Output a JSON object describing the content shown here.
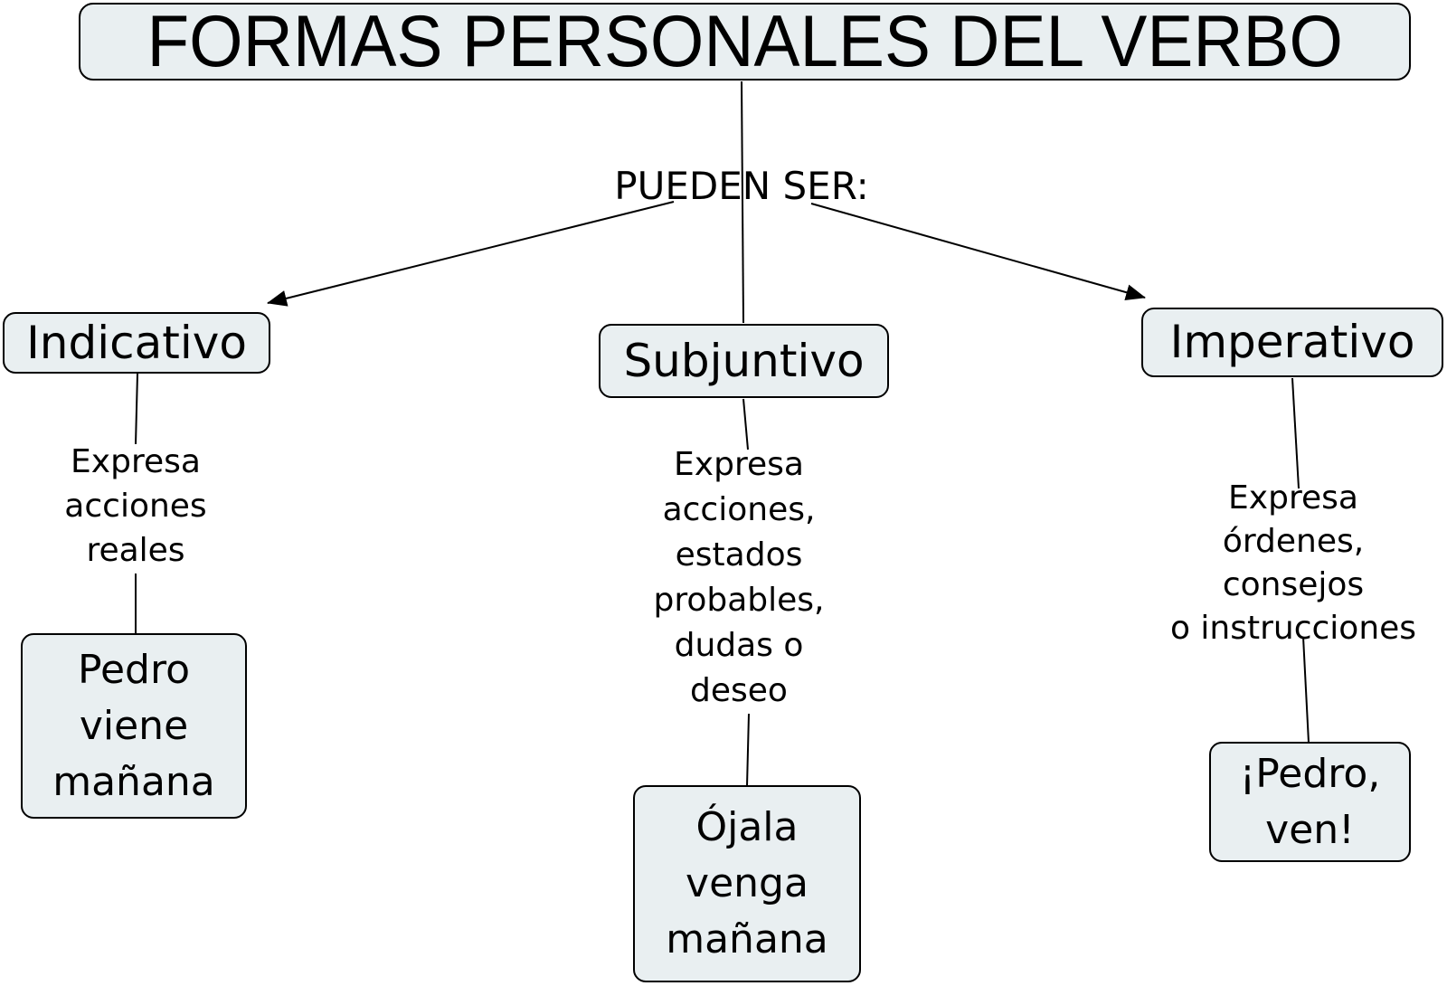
{
  "diagram": {
    "title": "FORMAS PERSONALES DEL VERBO",
    "linking_phrase": "PUEDEN SER:",
    "branches": [
      {
        "concept": "Indicativo",
        "description_lines": [
          "Expresa",
          "acciones",
          "reales"
        ],
        "example_lines": [
          "Pedro",
          "viene",
          "mañana"
        ]
      },
      {
        "concept": "Subjuntivo",
        "description_lines": [
          "Expresa",
          "acciones,",
          "estados",
          "probables,",
          "dudas o",
          "deseo"
        ],
        "example_lines": [
          "Ójala",
          "venga",
          "mañana"
        ]
      },
      {
        "concept": "Imperativo",
        "description_lines": [
          "Expresa",
          "órdenes,",
          "consejos",
          "o instrucciones"
        ],
        "example_lines": [
          "¡Pedro,",
          "ven!"
        ]
      }
    ],
    "colors": {
      "background": "#ffffff",
      "node_fill": "#e9eff1",
      "node_border": "#000000",
      "connector": "#000000",
      "text": "#000000"
    }
  }
}
